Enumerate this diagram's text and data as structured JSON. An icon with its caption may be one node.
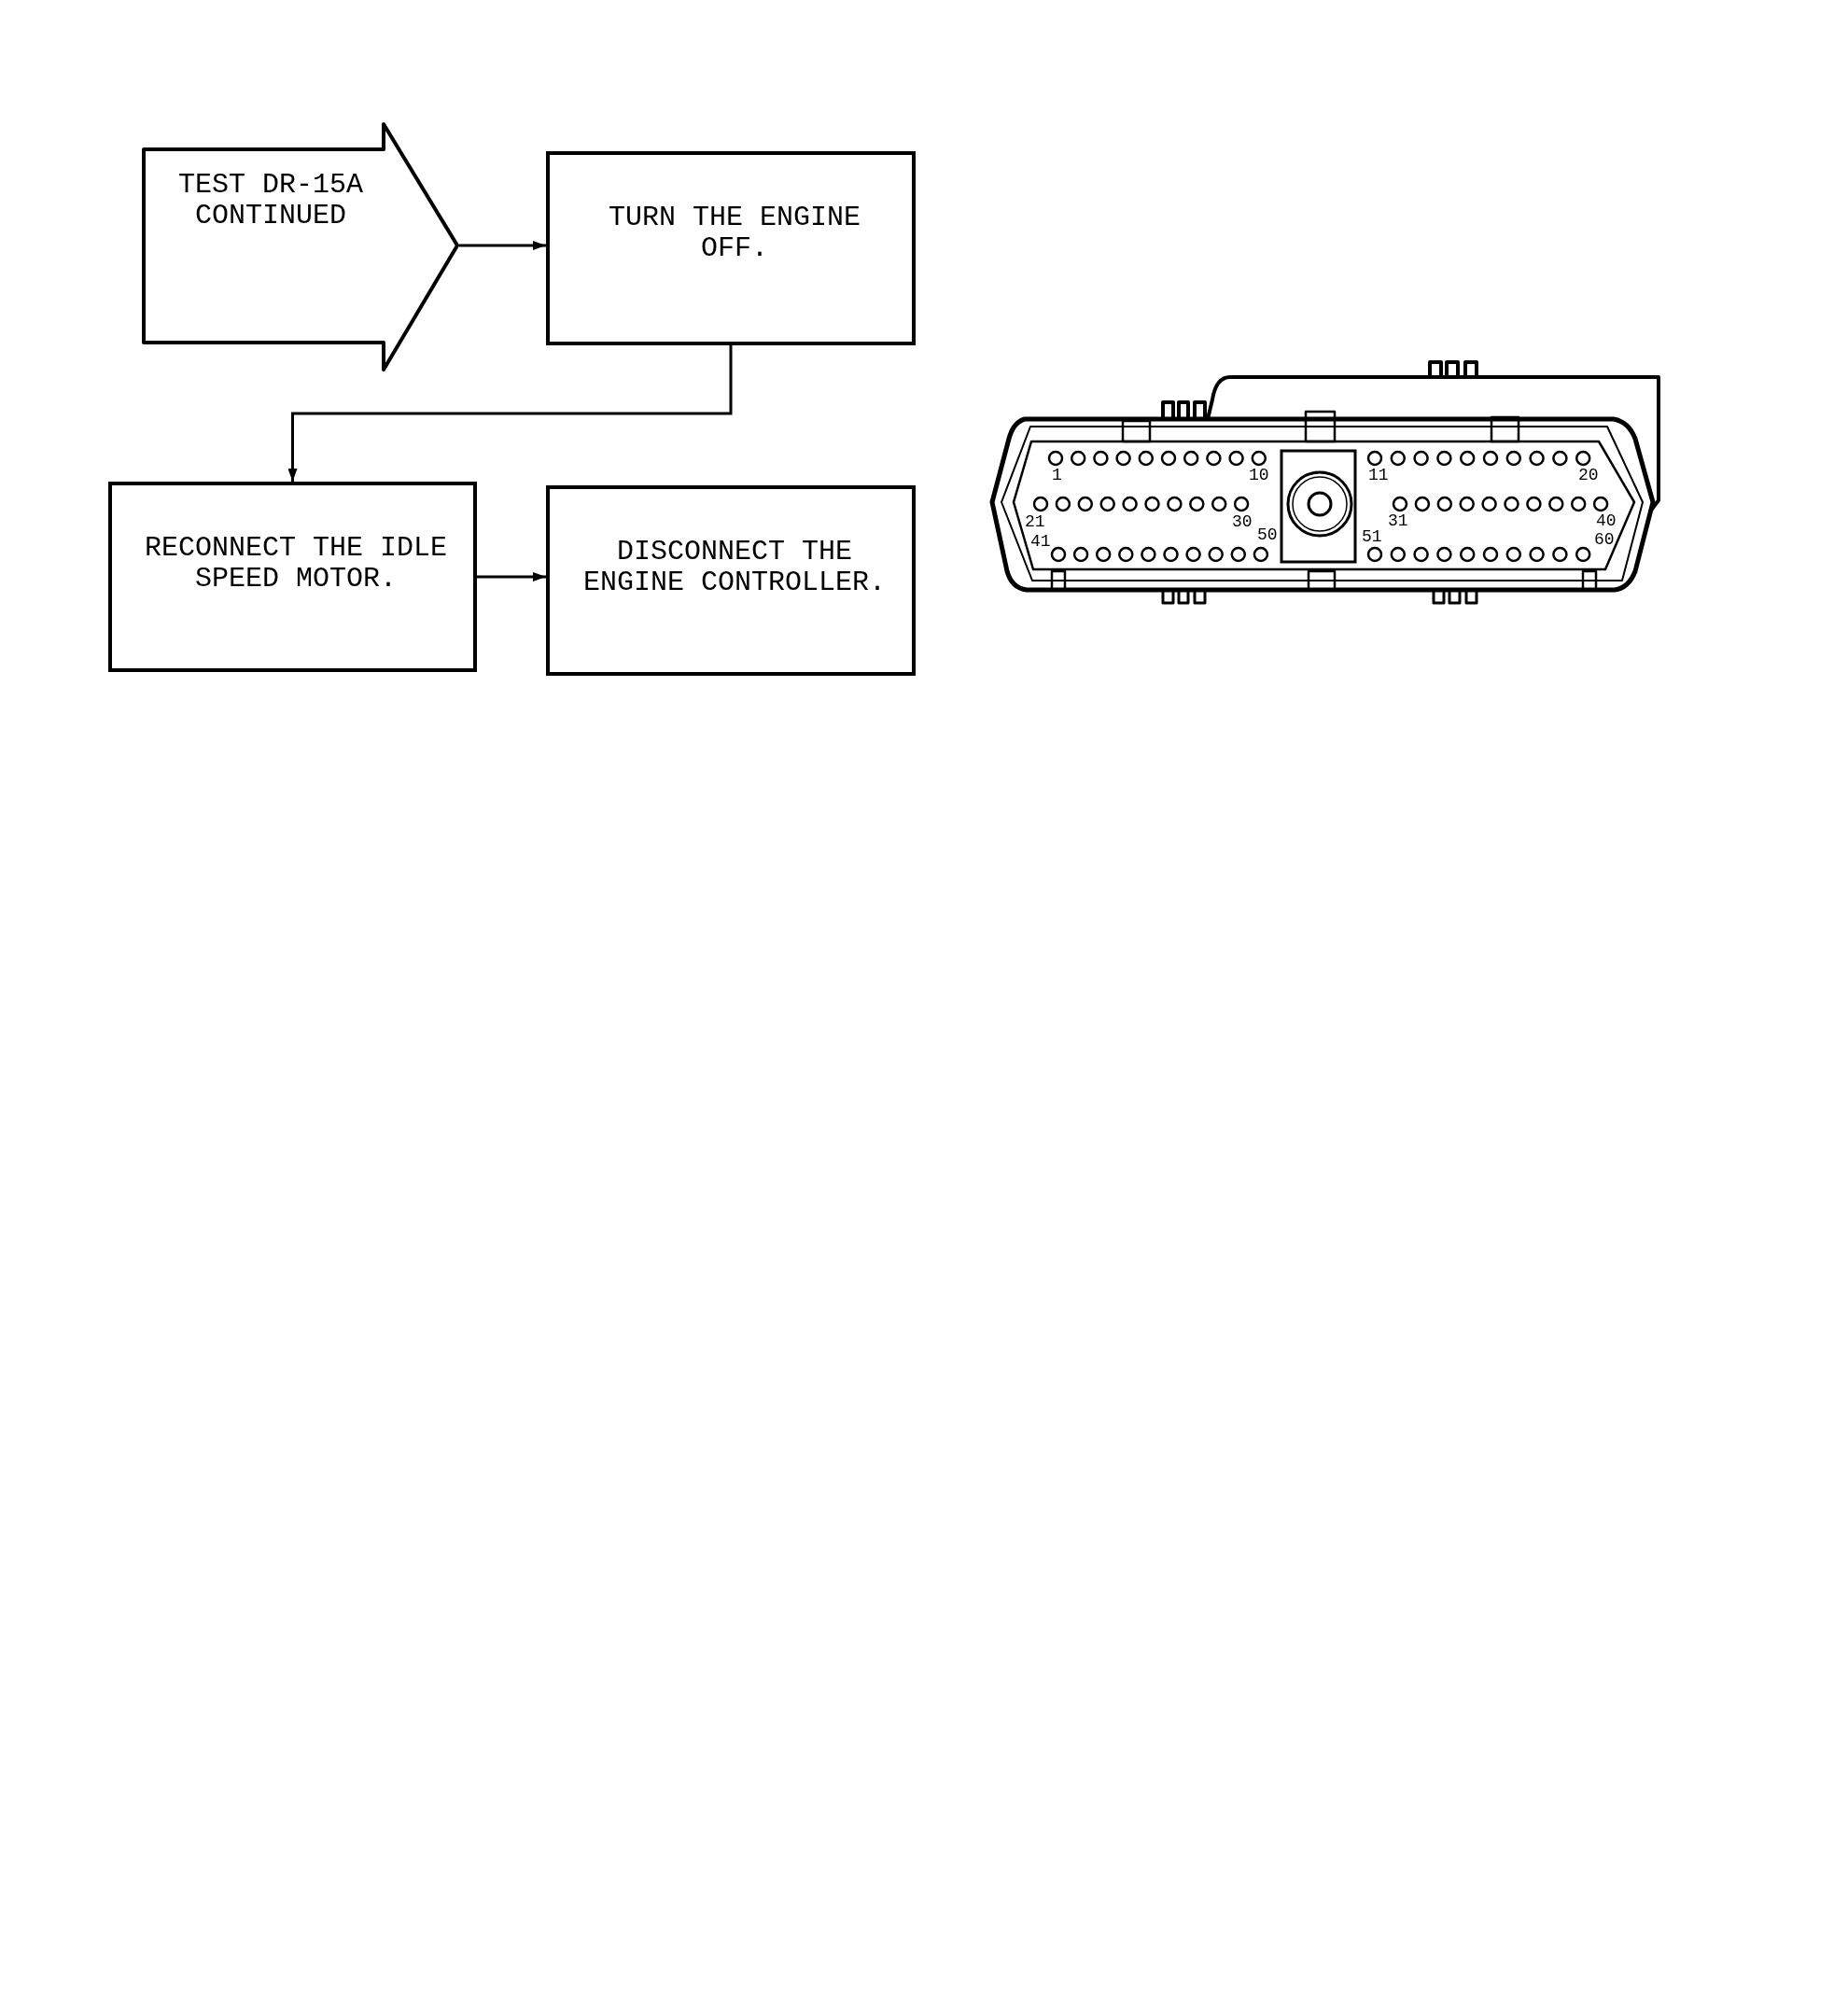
{
  "diagram": {
    "nodes": [
      {
        "text": [
          "TEST DR-15A CONTINUED"
        ]
      },
      {
        "text": [
          "TURN THE ENGINE OFF."
        ]
      },
      {
        "text": [
          "RECONNECT THE IDLE SPEED MOTOR."
        ]
      },
      {
        "text": [
          "DISCONNECT THE ENGINE CONTROLLER."
        ]
      }
    ],
    "edges": [
      {
        "from": 0,
        "to": 1,
        "arrow": "to"
      },
      {
        "from": 1,
        "to": 2,
        "arrow": "to"
      },
      {
        "from": 2,
        "to": 3,
        "arrow": "to"
      }
    ],
    "labels": [
      "1",
      "10",
      "11",
      "20",
      "21",
      "30",
      "31",
      "40",
      "41",
      "50",
      "51",
      "60"
    ]
  }
}
